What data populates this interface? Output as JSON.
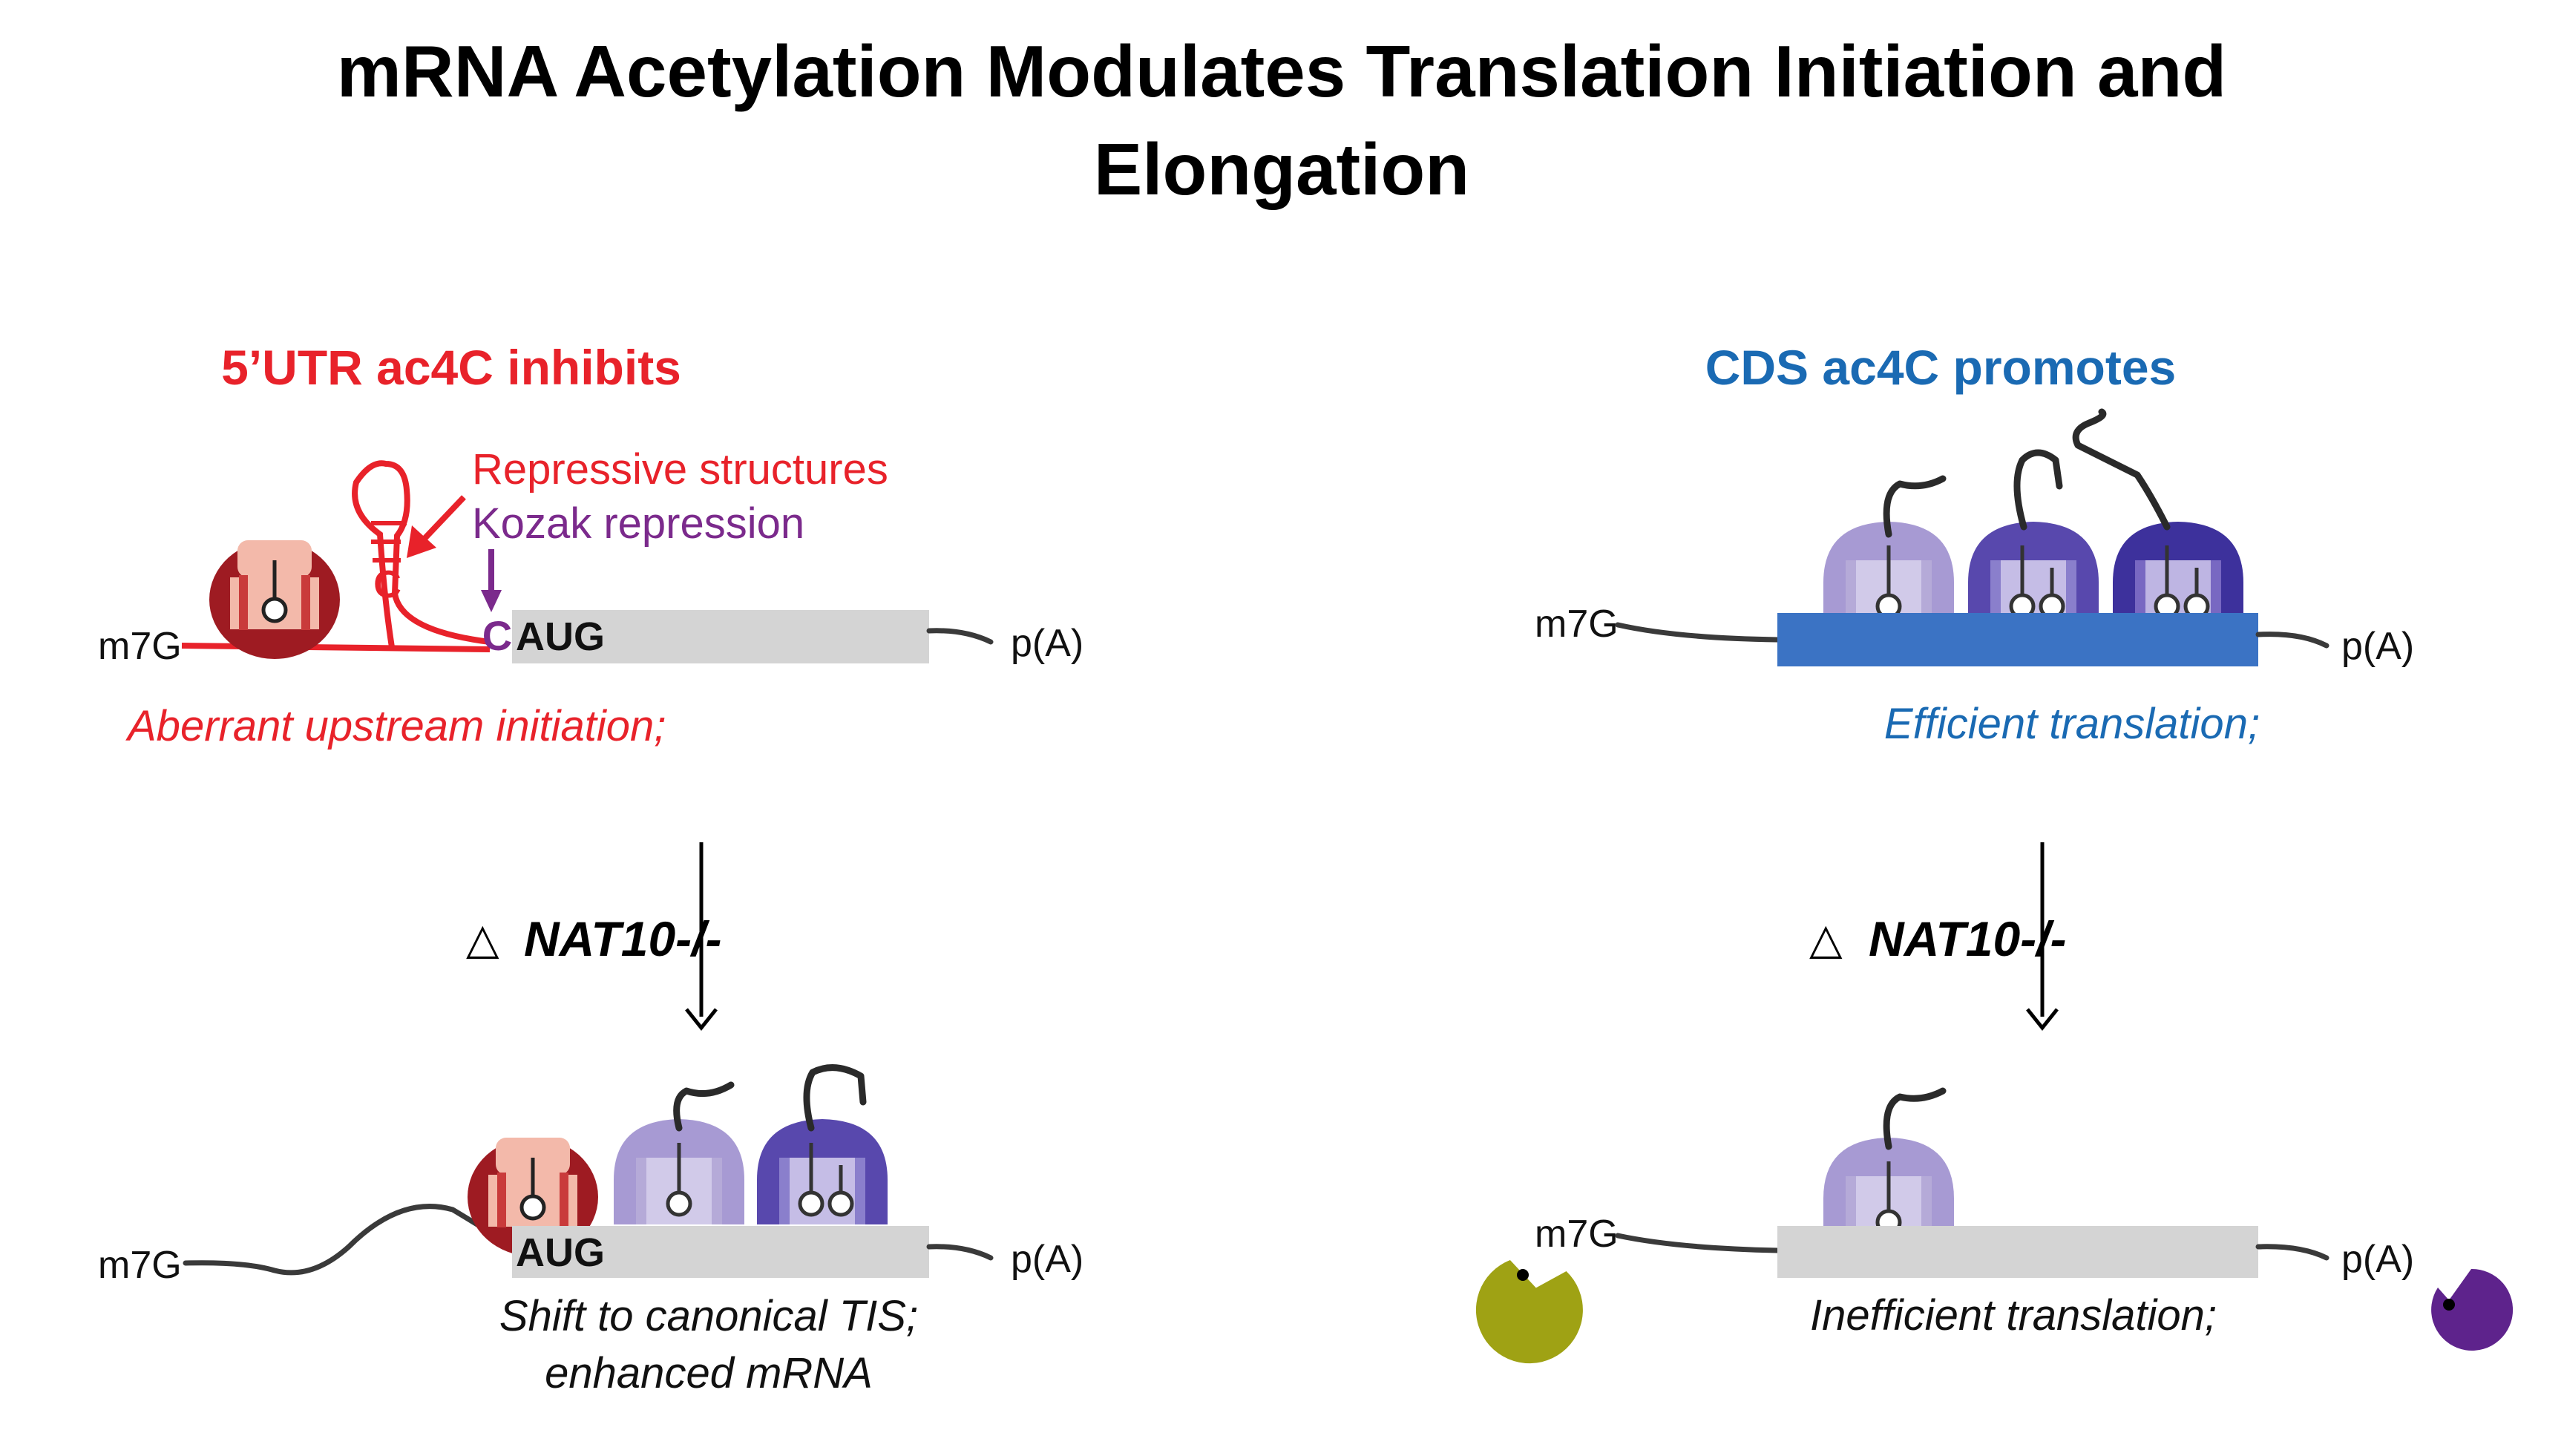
{
  "title": {
    "line1": "mRNA Acetylation Modulates Translation Initiation and",
    "line2": "Elongation"
  },
  "left_panel": {
    "heading": "5’UTR ac4C inhibits",
    "repressive_label": "Repressive structures",
    "kozak_label": "Kozak repression",
    "c_mark": "C",
    "cap_label": "m7G",
    "tail_label": "p(A)",
    "codon_label": "AUG",
    "top_note": "Aberrant upstream initiation;",
    "knockout_label": "NAT10-/-",
    "bottom_note_line1": "Shift to canonical TIS;",
    "bottom_note_line2": "enhanced mRNA"
  },
  "right_panel": {
    "heading": "CDS ac4C promotes",
    "cap_label": "m7G",
    "tail_label": "p(A)",
    "top_note": "Efficient translation;",
    "knockout_label": "NAT10-/-",
    "bottom_note": "Inefficient translation;"
  },
  "knockout_symbol": "△",
  "colors": {
    "red": "#e8222a",
    "blue": "#1a6ab3",
    "purple": "#7b2a8c",
    "cds_blue": "#3b73c4",
    "cds_grey": "#d4d4d4",
    "ribosome_dark_red": "#9e1b22",
    "ribosome_light_purple": "#a79ad3",
    "ribosome_mid_purple": "#5848ad",
    "ribosome_dark_purple": "#3d319c",
    "exonuclease_yellow": "#9fa214",
    "exonuclease_purple": "#5e238c"
  },
  "icons": [
    "ribosome-icon",
    "trna-icon",
    "peptide-chain-icon",
    "exonuclease-icon",
    "arrow-down-icon"
  ]
}
